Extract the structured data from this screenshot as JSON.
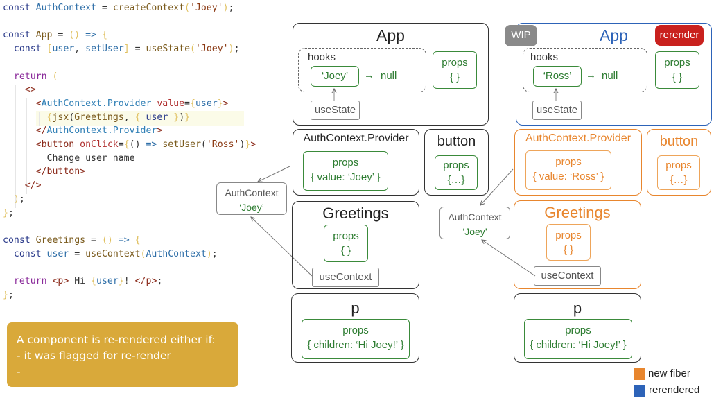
{
  "code": {
    "lines": [
      [
        [
          "kw",
          "const "
        ],
        [
          "id",
          "AuthContext"
        ],
        [
          "txt",
          " = "
        ],
        [
          "fn",
          "createContext"
        ],
        [
          "br",
          "("
        ],
        [
          "str",
          "'Joey'"
        ],
        [
          "br",
          ")"
        ],
        [
          "txt",
          ";"
        ]
      ],
      [],
      [
        [
          "kw",
          "const "
        ],
        [
          "fn",
          "App"
        ],
        [
          "txt",
          " = "
        ],
        [
          "br",
          "()"
        ],
        [
          "txt",
          " "
        ],
        [
          "id",
          "=>"
        ],
        [
          "txt",
          " "
        ],
        [
          "br",
          "{"
        ]
      ],
      [
        [
          "txt",
          "  "
        ],
        [
          "kw",
          "const "
        ],
        [
          "br",
          "["
        ],
        [
          "id",
          "user"
        ],
        [
          "txt",
          ", "
        ],
        [
          "id",
          "setUser"
        ],
        [
          "br",
          "]"
        ],
        [
          "txt",
          " = "
        ],
        [
          "fn",
          "useState"
        ],
        [
          "br",
          "("
        ],
        [
          "str",
          "'Joey'"
        ],
        [
          "br",
          ")"
        ],
        [
          "txt",
          ";"
        ]
      ],
      [],
      [
        [
          "txt",
          "  "
        ],
        [
          "ret",
          "return "
        ],
        [
          "br",
          "("
        ]
      ],
      [
        [
          "txt",
          "    "
        ],
        [
          "tag",
          "<>"
        ]
      ],
      [
        [
          "txt",
          "      "
        ],
        [
          "tag",
          "<"
        ],
        [
          "cmp",
          "AuthContext.Provider"
        ],
        [
          "txt",
          " "
        ],
        [
          "attr",
          "value"
        ],
        [
          "txt",
          "="
        ],
        [
          "br",
          "{"
        ],
        [
          "id",
          "user"
        ],
        [
          "br",
          "}"
        ],
        [
          "tag",
          ">"
        ]
      ],
      [
        [
          "txt",
          "        "
        ],
        [
          "br",
          "{"
        ],
        [
          "fn",
          "jsx"
        ],
        [
          "txt",
          "("
        ],
        [
          "fn",
          "Greetings"
        ],
        [
          "txt",
          ", "
        ],
        [
          "br",
          "{"
        ],
        [
          "txt",
          " "
        ],
        [
          "kw",
          "user"
        ],
        [
          "txt",
          " "
        ],
        [
          "br",
          "}"
        ],
        [
          "txt",
          ")"
        ],
        [
          "br",
          "}"
        ]
      ],
      [
        [
          "txt",
          "      "
        ],
        [
          "tag",
          "</"
        ],
        [
          "cmp",
          "AuthContext.Provider"
        ],
        [
          "tag",
          ">"
        ]
      ],
      [
        [
          "txt",
          "      "
        ],
        [
          "tag",
          "<button "
        ],
        [
          "attr",
          "onClick"
        ],
        [
          "txt",
          "="
        ],
        [
          "br",
          "{"
        ],
        [
          "txt",
          "() "
        ],
        [
          "id",
          "=>"
        ],
        [
          "txt",
          " "
        ],
        [
          "fn",
          "setUser"
        ],
        [
          "txt",
          "("
        ],
        [
          "str",
          "'Ross'"
        ],
        [
          "txt",
          ")"
        ],
        [
          "br",
          "}"
        ],
        [
          "tag",
          ">"
        ]
      ],
      [
        [
          "txt",
          "        Change user name"
        ]
      ],
      [
        [
          "txt",
          "      "
        ],
        [
          "tag",
          "</button>"
        ]
      ],
      [
        [
          "txt",
          "    "
        ],
        [
          "tag",
          "</>"
        ]
      ],
      [
        [
          "txt",
          "  "
        ],
        [
          "br",
          ")"
        ],
        [
          "txt",
          ";"
        ]
      ],
      [
        [
          "br",
          "}"
        ],
        [
          "txt",
          ";"
        ]
      ],
      [],
      [
        [
          "kw",
          "const "
        ],
        [
          "fn",
          "Greetings"
        ],
        [
          "txt",
          " = "
        ],
        [
          "br",
          "()"
        ],
        [
          "txt",
          " "
        ],
        [
          "id",
          "=>"
        ],
        [
          "txt",
          " "
        ],
        [
          "br",
          "{"
        ]
      ],
      [
        [
          "txt",
          "  "
        ],
        [
          "kw",
          "const "
        ],
        [
          "id",
          "user"
        ],
        [
          "txt",
          " = "
        ],
        [
          "fn",
          "useContext"
        ],
        [
          "br",
          "("
        ],
        [
          "id",
          "AuthContext"
        ],
        [
          "br",
          ")"
        ],
        [
          "txt",
          ";"
        ]
      ],
      [],
      [
        [
          "txt",
          "  "
        ],
        [
          "ret",
          "return "
        ],
        [
          "tag",
          "<p>"
        ],
        [
          "txt",
          " Hi "
        ],
        [
          "br",
          "{"
        ],
        [
          "id",
          "user"
        ],
        [
          "br",
          "}"
        ],
        [
          "txt",
          "! "
        ],
        [
          "tag",
          "</p>"
        ],
        [
          "txt",
          ";"
        ]
      ],
      [
        [
          "br",
          "}"
        ],
        [
          "txt",
          ";"
        ]
      ]
    ]
  },
  "note": {
    "lines": [
      "A component is re-rendered either if:",
      "-  it was flagged for re-render",
      "-"
    ],
    "color": "#d9a93a"
  },
  "current_tree": {
    "app": {
      "title": "App",
      "hooks_label": "hooks",
      "hook_value": "‘Joey’",
      "arrow": "→",
      "next": "null",
      "props_label": "props",
      "props_value": "{ }",
      "hook_name": "useState"
    },
    "provider": {
      "title": "AuthContext.Provider",
      "props_label": "props",
      "props_value": "{ value: ‘Joey’ }"
    },
    "button": {
      "title": "button",
      "props_label": "props",
      "props_value": "{…}"
    },
    "context": {
      "name": "AuthContext",
      "value": "‘Joey’"
    },
    "greetings": {
      "title": "Greetings",
      "props_label": "props",
      "props_value": "{ }",
      "hook_name": "useContext"
    },
    "p": {
      "title": "p",
      "props_label": "props",
      "props_value": "{ children: ‘Hi Joey!’ }"
    }
  },
  "wip_tree": {
    "wip_badge": "WIP",
    "rerender_badge": "rerender",
    "app": {
      "title": "App",
      "hooks_label": "hooks",
      "hook_value": "‘Ross’",
      "arrow": "→",
      "next": "null",
      "props_label": "props",
      "props_value": "{ }",
      "hook_name": "useState"
    },
    "provider": {
      "title": "AuthContext.Provider",
      "props_label": "props",
      "props_value": "{ value: ‘Ross’ }"
    },
    "button": {
      "title": "button",
      "props_label": "props",
      "props_value": "{…}"
    },
    "context": {
      "name": "AuthContext",
      "value": "‘Joey’"
    },
    "greetings": {
      "title": "Greetings",
      "props_label": "props",
      "props_value": "{ }",
      "hook_name": "useContext"
    },
    "p": {
      "title": "p",
      "props_label": "props",
      "props_value": "{ children: ‘Hi Joey!’ }"
    }
  },
  "legend": [
    {
      "label": "new fiber",
      "color": "#e8862e"
    },
    {
      "label": "rerendered",
      "color": "#2d63b8"
    }
  ],
  "colors": {
    "wip_badge": "#8a8a8a",
    "rerender_badge": "#c9211e",
    "props_green": "#2e7d32"
  }
}
